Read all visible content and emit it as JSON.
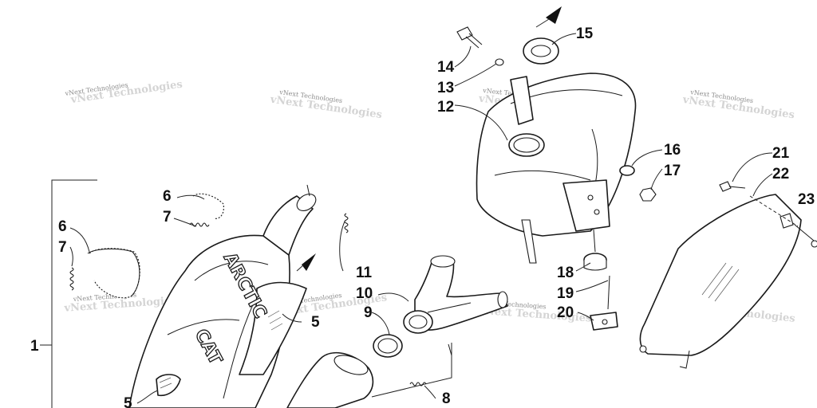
{
  "watermark_text": "vNext Technologies",
  "muffler_brand_line1": "ARCTIC",
  "muffler_brand_line2": "CAT",
  "callouts": {
    "c1": "1",
    "c5a": "5",
    "c5b": "5",
    "c6a": "6",
    "c6b": "6",
    "c7a": "7",
    "c7b": "7",
    "c8": "8",
    "c9": "9",
    "c10": "10",
    "c11": "11",
    "c12": "12",
    "c13": "13",
    "c14": "14",
    "c15": "15",
    "c16": "16",
    "c17": "17",
    "c18": "18",
    "c19": "19",
    "c20": "20",
    "c21": "21",
    "c22": "22",
    "c23": "23"
  }
}
